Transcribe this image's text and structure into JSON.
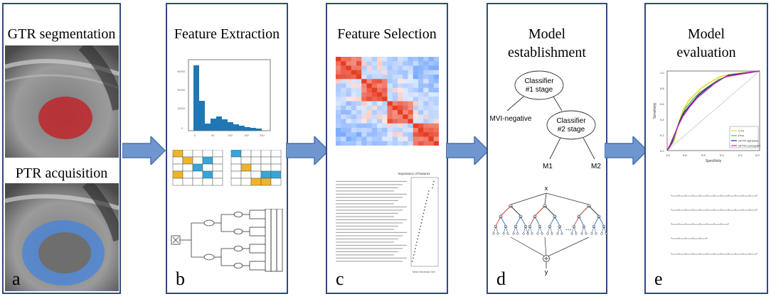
{
  "panels": {
    "a": {
      "title_top": "GTR segmentation",
      "title_bottom": "PTR acquisition",
      "letter": "a"
    },
    "b": {
      "title": "Feature Extraction",
      "letter": "b"
    },
    "c": {
      "title": "Feature Selection",
      "letter": "c",
      "importance_title": "Importance of features"
    },
    "d": {
      "title_line1": "Model",
      "title_line2": "establishment",
      "letter": "d",
      "classifier1_line1": "Classifier",
      "classifier1_line2": "#1 stage",
      "classifier2_line1": "Classifier",
      "classifier2_line2": "#2 stage",
      "mvi_negative": "MVI-negative",
      "m1": "M1",
      "m2": "M2",
      "x_label": "x",
      "y_label": "y",
      "dots": "..."
    },
    "e": {
      "title_line1": "Model",
      "title_line2": "evaluation",
      "letter": "e",
      "ylabel": "Sensitivity",
      "xlabel": "Specificity",
      "legend": [
        "CTS",
        "PTR",
        "GPTR signature",
        "GPTR nomogram"
      ]
    }
  },
  "colors": {
    "panel_border": "#2f4b7c",
    "arrow_fill": "#6f96cf",
    "arrow_stroke": "#4a72ad",
    "gtr_mask": "#c0262b",
    "ptr_mask": "#4a86d8",
    "hist_bar": "#1f77b4",
    "grid_orange": "#f0b429",
    "grid_blue": "#35a6d9",
    "tree_red": "#c0392b",
    "tree_blue": "#2e6bb0"
  }
}
